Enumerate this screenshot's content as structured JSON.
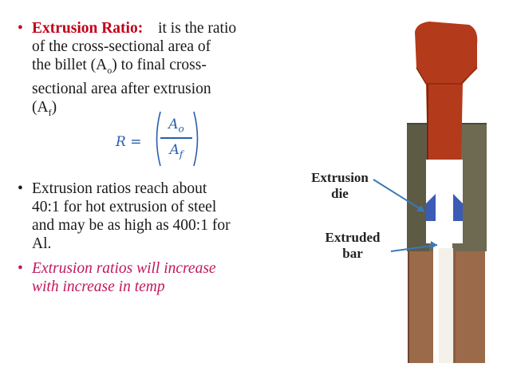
{
  "bullets": [
    {
      "label": "Extrusion Ratio:",
      "text_lines": [
        "it is the ratio",
        "of the cross-sectional area of",
        "the billet (A",
        ") to final cross-",
        "sectional area after extrusion",
        "(A",
        ")"
      ],
      "subscripts": [
        "o",
        "f"
      ]
    },
    {
      "lines": [
        "Extrusion ratios reach about",
        "40:1 for hot extrusion of steel",
        "and may be as high as 400:1 for",
        "Al."
      ]
    },
    {
      "lines": [
        "Extrusion ratios will increase",
        "with increase in temp"
      ]
    }
  ],
  "bullet_symbol": "•",
  "formula": {
    "lhs": "R =",
    "numerator": "A",
    "numerator_sub": "o",
    "denominator": "A",
    "denominator_sub": "f"
  },
  "diagram": {
    "labels": {
      "die": [
        "Extrusion",
        "die"
      ],
      "bar": [
        "Extruded",
        "bar"
      ]
    },
    "colors": {
      "ram": "#b33a1a",
      "container": "#6e6a52",
      "die": "#3b5bb4",
      "billet": "#ffffff",
      "lower_body": "#9b6a4a"
    }
  }
}
